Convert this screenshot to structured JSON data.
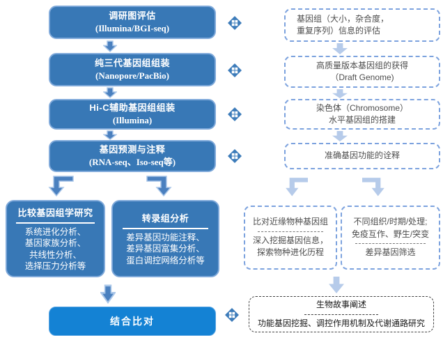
{
  "left_flow": {
    "steps": [
      {
        "title": "调研图评估",
        "subtitle": "(Illumina/BGI-seq)"
      },
      {
        "title": "纯三代基因组组装",
        "subtitle": "(Nanopore/PacBio)"
      },
      {
        "title": "Hi-C辅助基因组组装",
        "subtitle": "(Illumina)"
      },
      {
        "title": "基因预测与注释",
        "subtitle": "(RNA-seq、Iso-seq等)"
      }
    ],
    "comparative_box": {
      "title": "比较基因组学研究",
      "lines": [
        "系统进化分析、",
        "基因家族分析、",
        "共线性分析、",
        "选择压力分析等"
      ]
    },
    "transcriptome_box": {
      "title": "转录组分析",
      "lines": [
        "差异基因功能注释、",
        "差异基因富集分析、",
        "蛋白调控网络分析等"
      ]
    },
    "final_box": {
      "title": "结合比对"
    }
  },
  "right_flow": {
    "notes": [
      {
        "line1": "基因组（大小，杂合度，",
        "line2": "重复序列）信息的评估"
      },
      {
        "line1": "高质量版本基因组的获得",
        "line2": "（Draft Genome)"
      },
      {
        "line1": "染色体（Chromosome）",
        "line2": "水平基因组的搭建"
      },
      {
        "line1": "准确基因功能的诠释",
        "line2": ""
      }
    ],
    "comparison_note": {
      "title": "比对近缘物种基因组",
      "lines": [
        "深入挖掘基因信息，",
        "探索物种进化历程"
      ]
    },
    "deg_note": {
      "title_line1": "不同组织/时期/处理;",
      "title_line2": "免疫互作、野生/突变",
      "result": "差异基因筛选"
    },
    "story_note": {
      "title": "生物故事阐述",
      "line": "功能基因挖掘、调控作用机制及代谢通路研究"
    }
  },
  "colors": {
    "box_blue": "#3878b6",
    "box_border": "#7fa9da",
    "bright_blue": "#1482d4",
    "arrow_dark": "#4a80bf",
    "arrow_light": "#b6cbea",
    "dash_blue": "#7ca2de",
    "note_text": "#4d4d4d",
    "dark_dash": "#3f3f3f"
  }
}
